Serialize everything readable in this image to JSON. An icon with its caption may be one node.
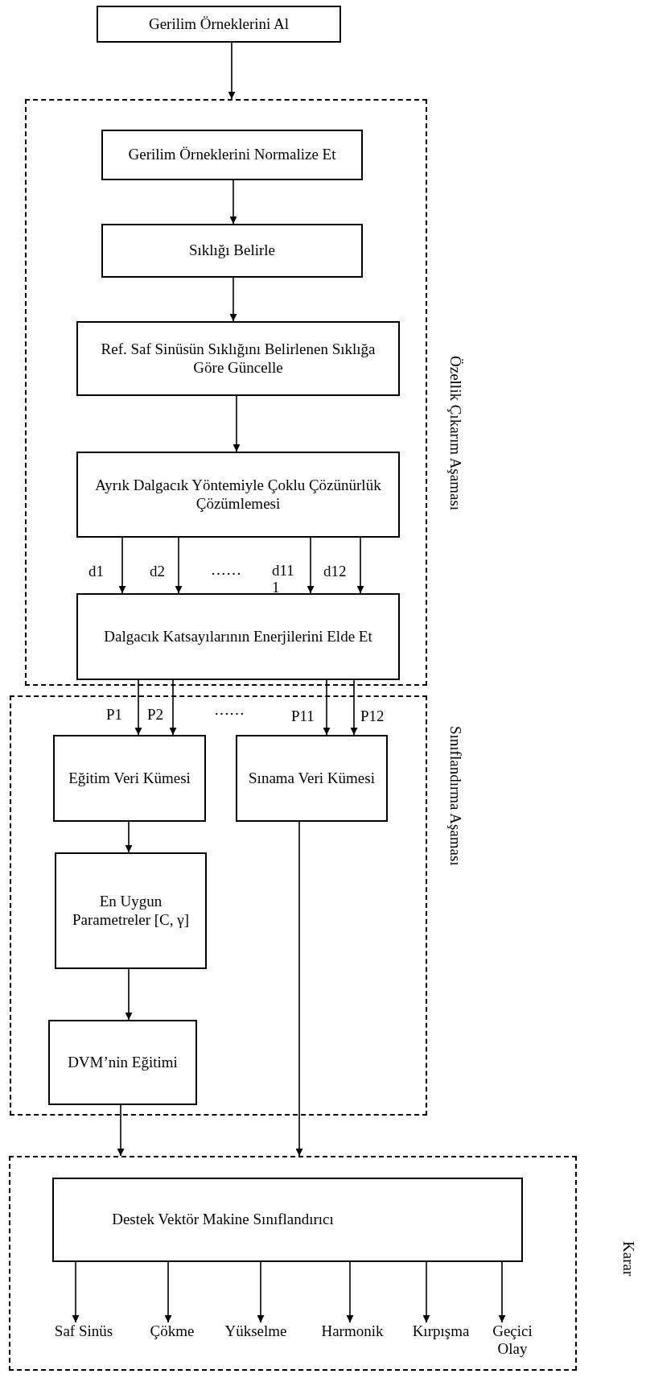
{
  "diagram": {
    "nodes": [
      {
        "text": [
          "Gerilim Örneklerini Al"
        ]
      },
      {
        "text": [
          "Özellik Çıkarım Aşaması"
        ]
      },
      {
        "text": [
          "Gerilim Örneklerini Normalize Et"
        ],
        "in": 1
      },
      {
        "text": [
          "Sıklığı Belirle"
        ],
        "in": 1
      },
      {
        "text": [
          "Ref. Saf Sinüsün Sıklığını Belirlenen Sıklığa Göre Güncelle"
        ],
        "in": 1
      },
      {
        "text": [
          "Ayrık Dalgacık Yöntemiyle Çoklu Çözünürlük Çözümlemesi"
        ],
        "in": 1
      },
      {
        "text": [
          "Dalgacık Katsayılarının Enerjilerini Elde Et"
        ],
        "in": 1
      },
      {
        "text": [
          "Sınıflandırma Aşaması"
        ]
      },
      {
        "text": [
          "Eğitim Veri Kümesi"
        ],
        "in": 7
      },
      {
        "text": [
          "Sınama Veri Kümesi"
        ],
        "in": 7
      },
      {
        "text": [
          "En Uygun Parametreler [C, γ]"
        ],
        "in": 7
      },
      {
        "text": [
          "DVM’nin Eğitimi"
        ],
        "in": 7
      },
      {
        "text": [
          "Karar"
        ]
      },
      {
        "text": [
          "Destek Vektör Makine Sınıflandırıcı"
        ],
        "in": 12
      },
      {
        "text": [
          "Saf Sinüs"
        ],
        "in": 12
      },
      {
        "text": [
          "Çökme"
        ],
        "in": 12
      },
      {
        "text": [
          "Yükselme"
        ],
        "in": 12
      },
      {
        "text": [
          "Harmonik"
        ],
        "in": 12
      },
      {
        "text": [
          "Kırpışma"
        ],
        "in": 12
      },
      {
        "text": [
          "Geçici Olay"
        ],
        "in": 12
      }
    ],
    "edges": [
      {
        "from": 0,
        "to": 1,
        "arrow": "to"
      },
      {
        "from": 2,
        "to": 3,
        "arrow": "to"
      },
      {
        "from": 3,
        "to": 4,
        "arrow": "to"
      },
      {
        "from": 4,
        "to": 5,
        "arrow": "to"
      },
      {
        "from": 5,
        "to": 6,
        "arrow": "to",
        "label": "d1"
      },
      {
        "from": 5,
        "to": 6,
        "arrow": "to",
        "label": "d2"
      },
      {
        "from": 5,
        "to": 6,
        "arrow": "to",
        "label": "d11 1"
      },
      {
        "from": 5,
        "to": 6,
        "arrow": "to",
        "label": "d12"
      },
      {
        "from": 6,
        "to": 8,
        "arrow": "to",
        "label": "P1"
      },
      {
        "from": 6,
        "to": 8,
        "arrow": "to",
        "label": "P2"
      },
      {
        "from": 6,
        "to": 9,
        "arrow": "to",
        "label": "P11"
      },
      {
        "from": 6,
        "to": 9,
        "arrow": "to",
        "label": "P12"
      },
      {
        "from": 8,
        "to": 10,
        "arrow": "to"
      },
      {
        "from": 10,
        "to": 11,
        "arrow": "to"
      },
      {
        "from": 11,
        "to": 12,
        "arrow": "to"
      },
      {
        "from": 9,
        "to": 12,
        "arrow": "to"
      },
      {
        "from": 13,
        "to": 14,
        "arrow": "to"
      },
      {
        "from": 13,
        "to": 15,
        "arrow": "to"
      },
      {
        "from": 13,
        "to": 16,
        "arrow": "to"
      },
      {
        "from": 13,
        "to": 17,
        "arrow": "to"
      },
      {
        "from": 13,
        "to": 18,
        "arrow": "to"
      },
      {
        "from": 13,
        "to": 19,
        "arrow": "to"
      }
    ],
    "labels": [
      "……",
      "……"
    ]
  }
}
